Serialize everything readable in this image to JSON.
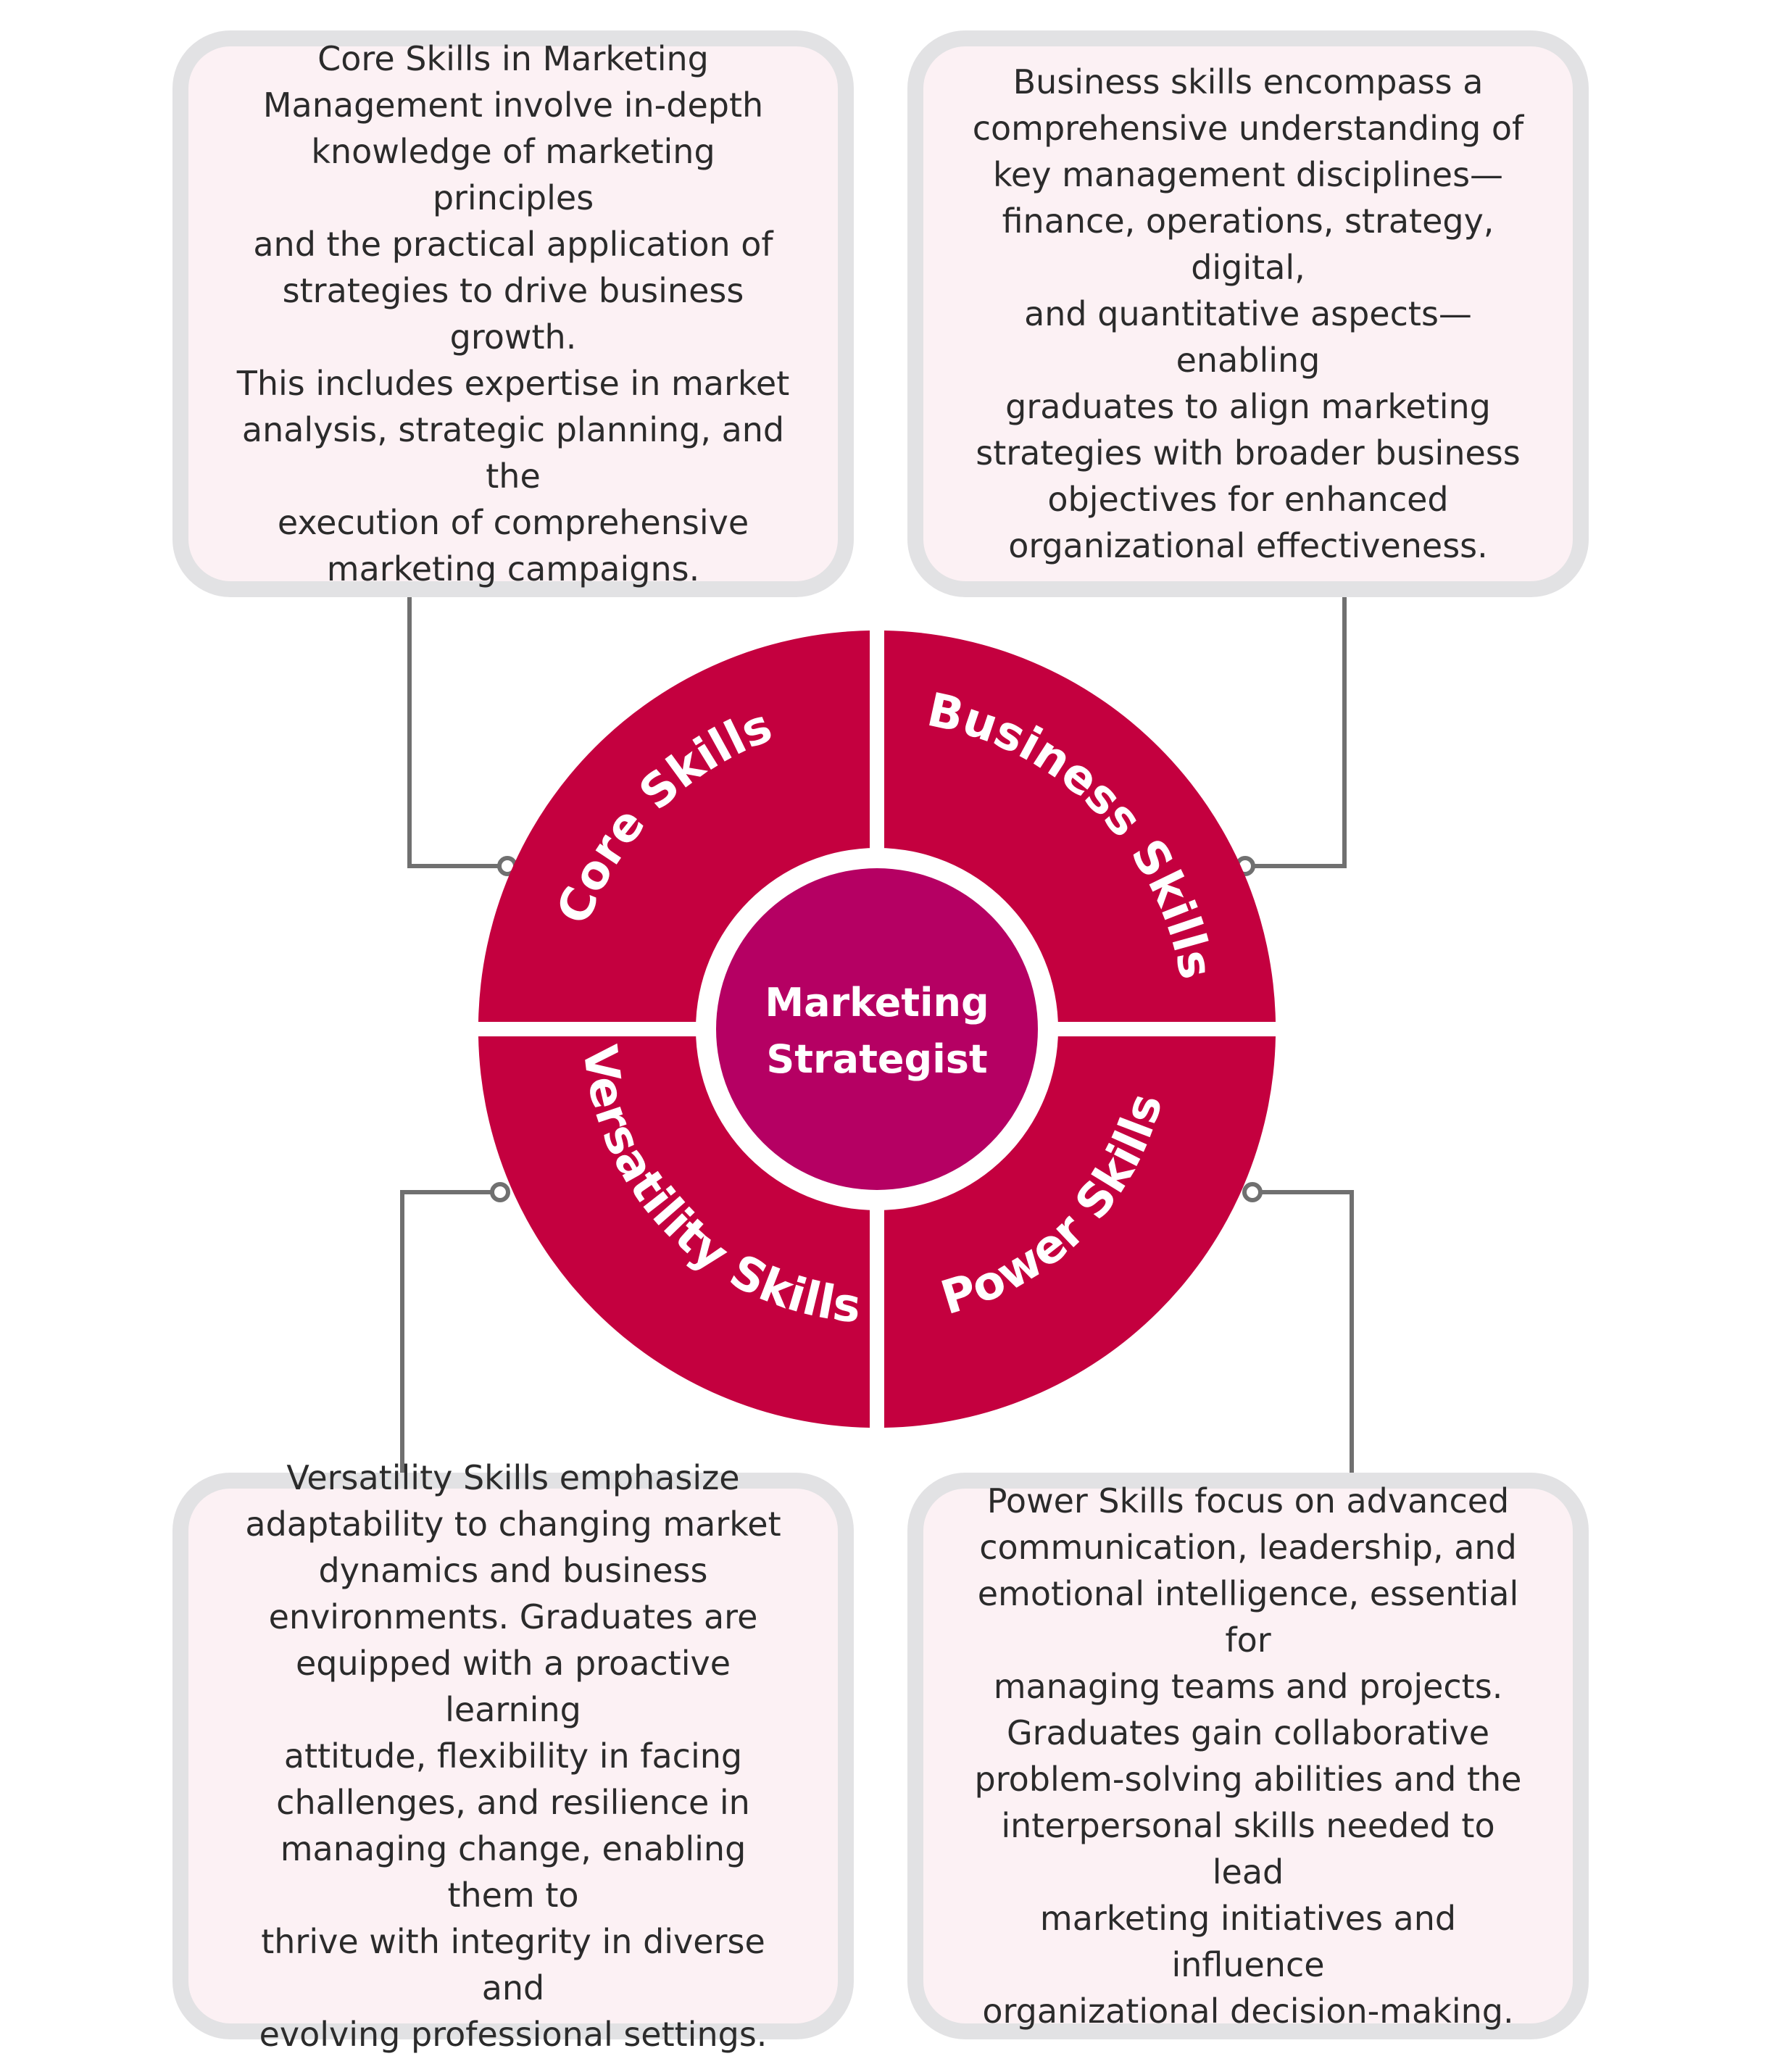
{
  "cards": {
    "core": "Core Skills in Marketing\nManagement involve in-depth\nknowledge of marketing principles\nand the practical application of\nstrategies to drive business growth.\nThis includes expertise in market\nanalysis, strategic planning, and the\nexecution of comprehensive\nmarketing campaigns.",
    "business": "Business skills encompass a\ncomprehensive understanding of\nkey management disciplines—\nfinance, operations, strategy, digital,\nand quantitative aspects—enabling\ngraduates to align marketing\nstrategies with broader business\nobjectives for enhanced\norganizational effectiveness.",
    "versatility": "Versatility Skills emphasize\nadaptability to changing market\ndynamics and business\nenvironments. Graduates are\nequipped with a proactive learning\nattitude, flexibility in facing\nchallenges, and resilience in\nmanaging change, enabling them to\nthrive with integrity in diverse and\nevolving professional settings.",
    "power": "Power Skills focus on advanced\ncommunication, leadership, and\nemotional intelligence, essential for\nmanaging teams and projects.\nGraduates gain collaborative\nproblem-solving abilities and the\ninterpersonal skills needed to lead\nmarketing initiatives and influence\norganizational decision-making."
  },
  "wheel": {
    "center_line1": "Marketing",
    "center_line2": "Strategist",
    "quadrants": {
      "core": "Core Skills",
      "business": "Business Skills",
      "versatility": "Versatility Skills",
      "power": "Power Skills"
    }
  },
  "colors": {
    "quadrant_fill": "#c4003f",
    "center_fill": "#b50063",
    "card_fill": "#fcf1f4",
    "card_border": "#e2e2e4",
    "connector": "#707070"
  }
}
